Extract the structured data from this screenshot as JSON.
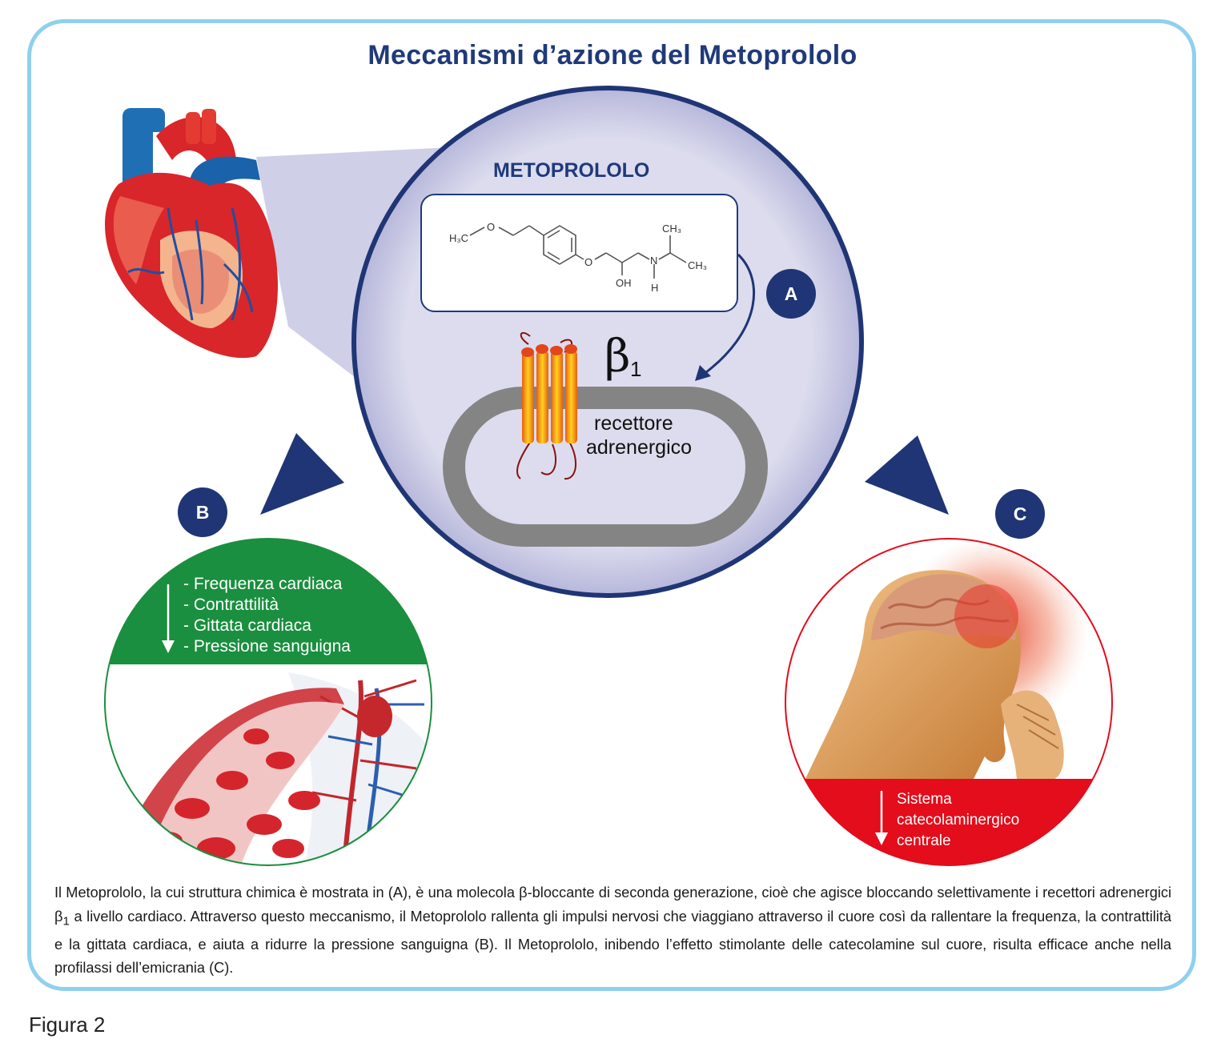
{
  "title": "Meccanismi d’azione del Metoprololo",
  "drug_name": "METOPROLOLO",
  "molecule_labels": {
    "h3c": "H₃C",
    "o_ether": "O",
    "o_phenoxy": "O",
    "oh": "OH",
    "n": "N",
    "h": "H",
    "ch3_top": "CH₃",
    "ch3_right": "CH₃"
  },
  "receptor": {
    "beta_symbol": "β",
    "beta_subscript": "1",
    "label_line1": "recettore",
    "label_line2": "adrenergico"
  },
  "badges": {
    "a": "A",
    "b": "B",
    "c": "C"
  },
  "panel_b": {
    "band_color": "#1a8f3f",
    "items": [
      "- Frequenza cardiaca",
      "- Contrattilità",
      "- Gittata cardiaca",
      "- Pressione sanguigna"
    ]
  },
  "panel_c": {
    "band_color": "#e30d1b",
    "items": [
      "Sistema",
      "catecolaminergico",
      "centrale"
    ]
  },
  "caption": {
    "part1": "Il Metoprololo, la cui struttura chimica è mostrata in (A), è una molecola β-bloccante di seconda generazione, cioè che agisce bloccando selettivamente i recettori adrenergici β",
    "sub": "1",
    "part2": " a livello cardiaco. Attraverso questo meccanismo, il Metoprololo rallenta gli impulsi nervosi che viaggiano attraverso il cuore così da rallentare la frequenza, la contrattilità e la gittata cardiaca, e aiuta a ridurre la pressione sanguigna (B). Il Metoprololo, inibendo l’effetto stimolante delle catecolamine sul cuore, risulta efficace anche nella profilassi dell’emicrania (C)."
  },
  "figure_label": "Figura 2",
  "colors": {
    "navy": "#1f3575",
    "frame": "#8fd0ee",
    "green": "#1a8f3f",
    "red": "#e30d1b"
  }
}
